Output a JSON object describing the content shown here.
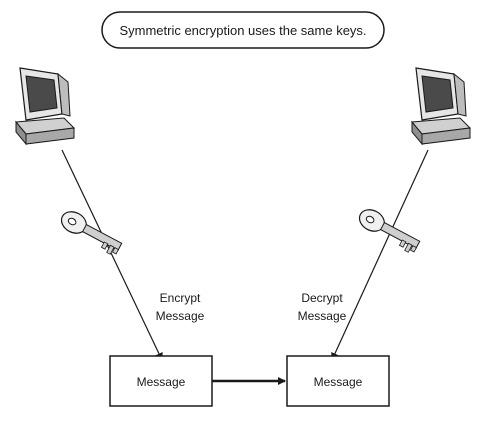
{
  "title": "Symmetric encryption uses the same keys.",
  "left": {
    "label_line1": "Encrypt",
    "label_line2": "Message",
    "computer_icon": "computer-icon",
    "key_icon": "key-icon"
  },
  "right": {
    "label_line1": "Decrypt",
    "label_line2": "Message",
    "computer_icon": "computer-icon",
    "key_icon": "key-icon"
  },
  "boxes": {
    "left_message": "Message",
    "right_message": "Message"
  },
  "colors": {
    "stroke": "#1a1a1a",
    "monitor_fill": "#d9d9d9",
    "screen_fill": "#4a4a4a",
    "key_fill": "#f0f0f0"
  }
}
